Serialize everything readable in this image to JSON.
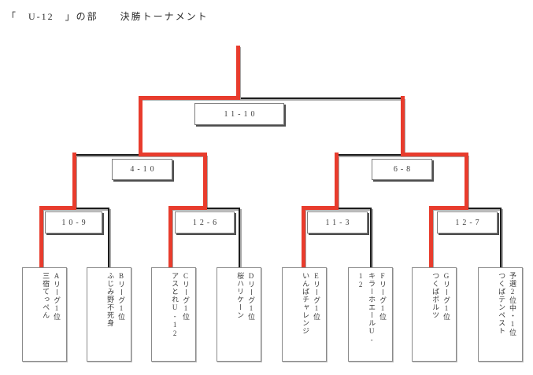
{
  "title": {
    "division": "「　U-12　」の部",
    "tournament": "決勝トーナメント"
  },
  "colors": {
    "winner_path": "#e83c2d",
    "bracket_line": "#1c1c1c"
  },
  "matches": {
    "final": {
      "score": "11-10"
    },
    "semi_left": {
      "score": "4-10"
    },
    "semi_right": {
      "score": "6-8"
    },
    "quarter_1": {
      "score": "10-9"
    },
    "quarter_2": {
      "score": "12-6"
    },
    "quarter_3": {
      "score": "11-3"
    },
    "quarter_4": {
      "score": "12-7"
    }
  },
  "teams": [
    {
      "league": "Aリーグ1位",
      "name": "三宿てっぺん"
    },
    {
      "league": "Bリーグ1位",
      "name": "ふじみ野不死身"
    },
    {
      "league": "Cリーグ1位",
      "name": "アスとれU-12"
    },
    {
      "league": "Dリーグ1位",
      "name": "桜ハリケーン"
    },
    {
      "league": "Eリーグ1位",
      "name": "いんばチャレンジ"
    },
    {
      "league": "Fリーグ1位",
      "name": "キラーホエールU-12"
    },
    {
      "league": "Gリーグ1位",
      "name": "つくばポルツ"
    },
    {
      "league": "予選2位中・1位",
      "name": "つくばテンペスト"
    }
  ]
}
